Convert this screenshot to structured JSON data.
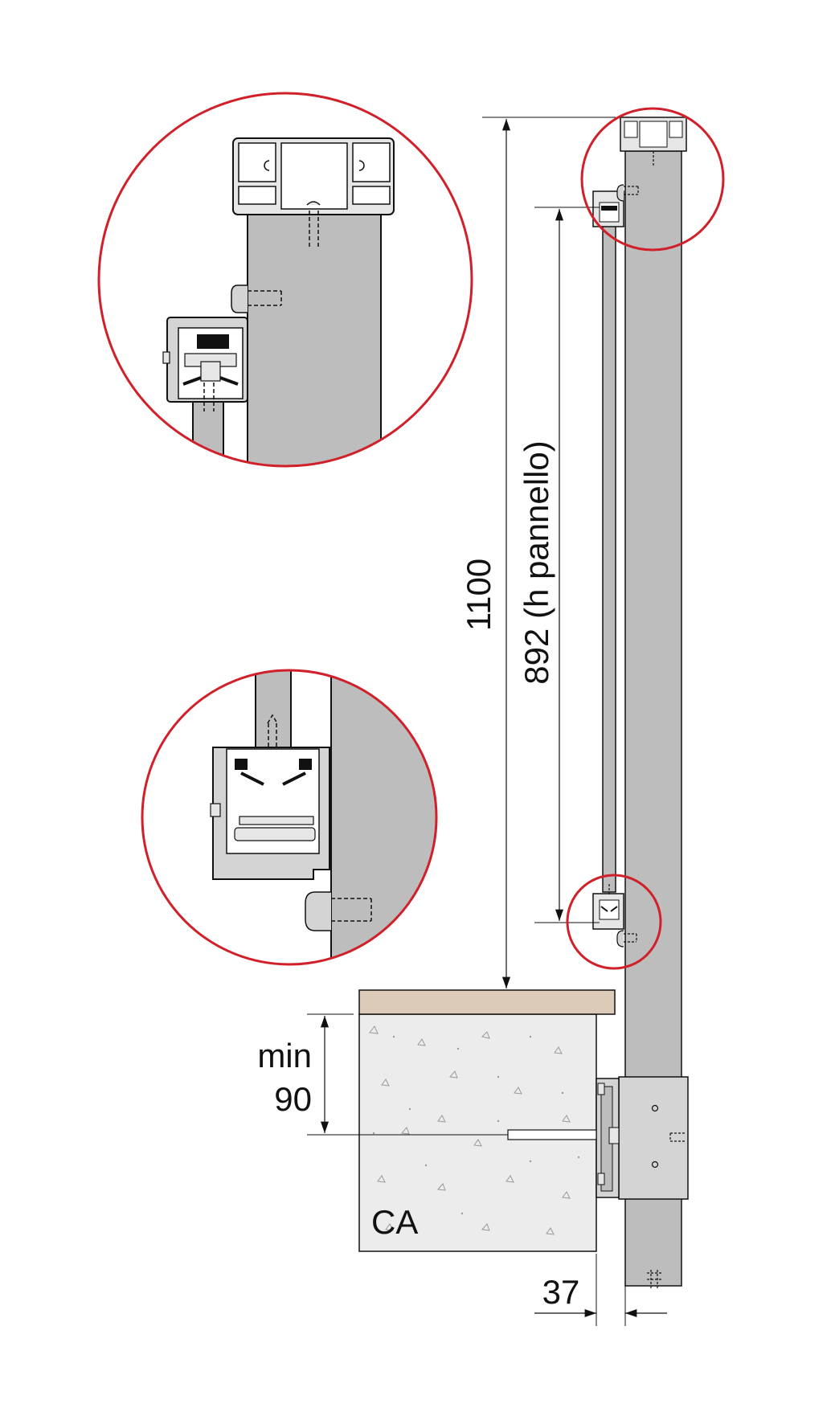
{
  "dimensions": {
    "total_height": "1100",
    "panel_height": "892 (h pannello)",
    "anchor_depth_line1": "min",
    "anchor_depth_line2": "90",
    "offset": "37"
  },
  "materials": {
    "slab_label": "CA"
  },
  "colors": {
    "detail_circle": "#d0202a",
    "post_fill": "#bdbdbd",
    "profile_fill": "#e6e6e6",
    "bracket_fill": "#d4d4d4",
    "concrete_fill": "#ececec",
    "finish_fill": "#dccbb8",
    "line": "#111111"
  }
}
